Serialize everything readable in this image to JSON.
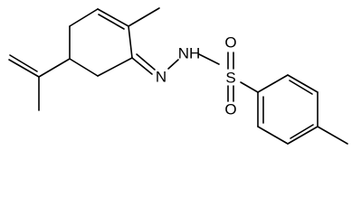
{
  "molecule": {
    "atoms": {
      "n1": "N",
      "n2": "NH",
      "s": "S",
      "o_top": "O",
      "o_bottom": "O"
    },
    "colors": {
      "bond": "#000000",
      "label": "#000000",
      "background": "#ffffff"
    }
  }
}
